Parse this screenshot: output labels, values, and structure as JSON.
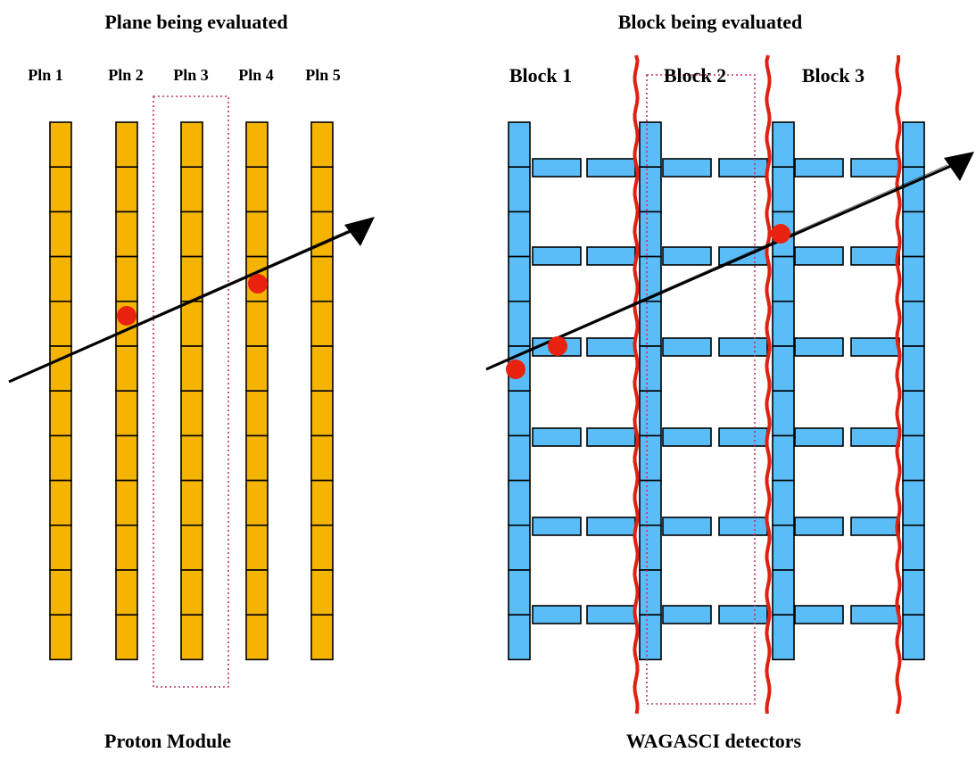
{
  "left_panel": {
    "title": "Plane being evaluated",
    "plane_labels": [
      "Pln 1",
      "Pln 2",
      "Pln 3",
      "Pln 4",
      "Pln 5"
    ],
    "caption": "Proton Module",
    "bar_color": "#f5b400",
    "evaluated_plane": "Pln 3",
    "hit_planes": [
      "Pln 2",
      "Pln 4"
    ]
  },
  "right_panel": {
    "title": "Block being evaluated",
    "block_labels": [
      "Block 1",
      "Block 2",
      "Block 3"
    ],
    "caption": "WAGASCI detectors",
    "bar_color": "#5bbdf7",
    "evaluated_block": "Block 2",
    "separator_color": "#e02010"
  },
  "colors": {
    "hit": "#e8220f",
    "track": "#000000",
    "highlight_box": "#c0306a"
  }
}
